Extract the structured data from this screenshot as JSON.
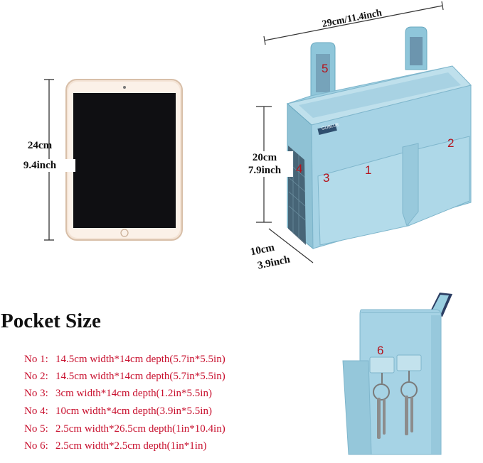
{
  "tablet": {
    "height_cm": "24cm",
    "height_in": "9.4inch"
  },
  "organizer": {
    "width_label": "29cm/11.4inch",
    "height_cm": "20cm",
    "height_in": "7.9inch",
    "depth_cm": "10cm",
    "depth_in": "3.9inch",
    "brand": "GOBLUE",
    "markers": [
      "1",
      "2",
      "3",
      "4",
      "5"
    ]
  },
  "hook_marker": "6",
  "pocket_size": {
    "title": "Pocket Size",
    "rows": [
      {
        "no": "No 1:",
        "desc": "14.5cm width*14cm depth(5.7in*5.5in)"
      },
      {
        "no": "No 2:",
        "desc": "14.5cm width*14cm depth(5.7in*5.5in)"
      },
      {
        "no": "No 3:",
        "desc": "3cm width*14cm depth(1.2in*5.5in)"
      },
      {
        "no": "No 4:",
        "desc": "10cm width*4cm depth(3.9in*5.5in)"
      },
      {
        "no": "No 5:",
        "desc": "2.5cm width*26.5cm depth(1in*10.4in)"
      },
      {
        "no": "No 6:",
        "desc": "2.5cm width*2.5cm depth(1in*1in)"
      }
    ]
  },
  "colors": {
    "bag": "#a9d4e4",
    "bag_dark": "#86bcd2",
    "label_red": "#c8102e",
    "tablet_frame": "#efd9c6"
  }
}
